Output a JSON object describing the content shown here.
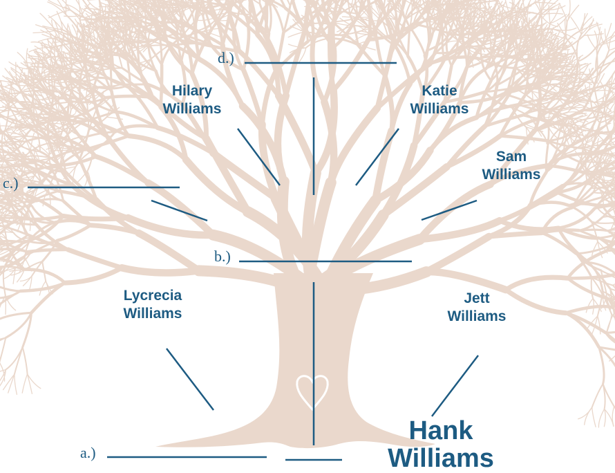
{
  "colors": {
    "tree": "#ead8cc",
    "ink": "#1d5b82"
  },
  "people": {
    "hilary": {
      "first": "Hilary",
      "last": "Williams"
    },
    "katie": {
      "first": "Katie",
      "last": "Williams"
    },
    "sam": {
      "first": "Sam",
      "last": "Williams"
    },
    "lycrecia": {
      "first": "Lycrecia",
      "last": "Williams"
    },
    "jett": {
      "first": "Jett",
      "last": "Williams"
    },
    "hank": {
      "first": "Hank",
      "last": "Williams"
    }
  },
  "blanks": {
    "a": "a.)",
    "b": "b.)",
    "c": "c.)",
    "d": "d.)"
  }
}
